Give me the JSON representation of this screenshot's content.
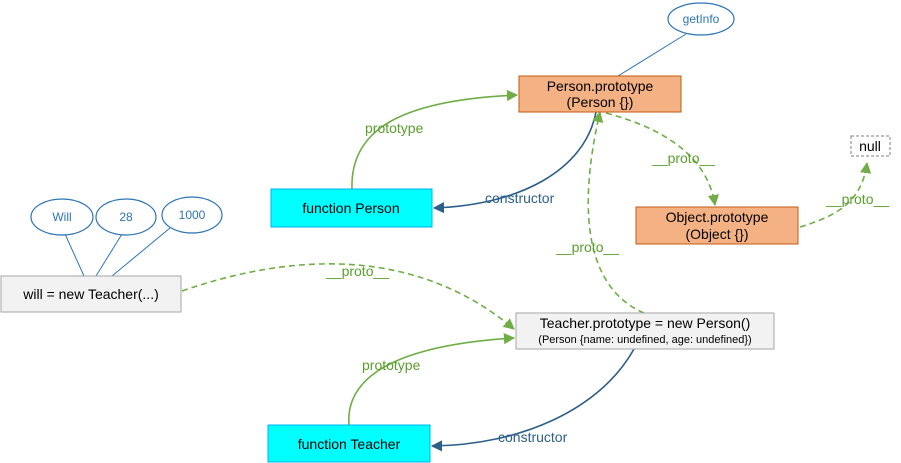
{
  "nodes": {
    "person_prototype": {
      "line1": "Person.prototype",
      "line2": "(Person {})"
    },
    "object_prototype": {
      "line1": "Object.prototype",
      "line2": "(Object {})"
    },
    "function_person": {
      "label": "function Person"
    },
    "function_teacher": {
      "label": "function Teacher"
    },
    "will_instance": {
      "label": "will = new Teacher(...)"
    },
    "teacher_prototype": {
      "line1": "Teacher.prototype = new Person()",
      "line2": "(Person {name: undefined, age: undefined})"
    },
    "null_node": {
      "label": "null"
    },
    "get_info": {
      "label": "getInfo"
    },
    "will_name": {
      "label": "Will"
    },
    "will_age": {
      "label": "28"
    },
    "will_salary": {
      "label": "1000"
    }
  },
  "edges": {
    "person_prototype_link": "prototype",
    "person_constructor_link": "constructor",
    "person_proto_to_object": "__proto__",
    "object_proto_to_null": "__proto__",
    "teacher_proto_to_person": "__proto__",
    "will_proto_to_teacher": "__proto__",
    "teacher_prototype_link": "prototype",
    "teacher_constructor_link": "constructor"
  },
  "colors": {
    "green": "#70ad47",
    "blue": "#2e5f8a",
    "cyan_box": "#00ffff",
    "orange_box": "#f4b183",
    "grey_box": "#f2f2f2",
    "ellipse_stroke": "#2e75b6"
  }
}
